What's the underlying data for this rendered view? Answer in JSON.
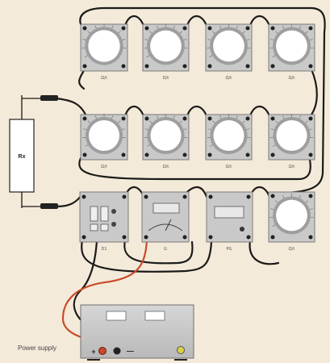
{
  "rx": {
    "label": "Rx"
  },
  "power_supply": {
    "caption": "Power supply",
    "plus": "+",
    "minus": "—"
  },
  "decades": [
    {
      "id": "d1",
      "label": "Ω/t"
    },
    {
      "id": "d2",
      "label": "Ω/t"
    },
    {
      "id": "d3",
      "label": "Ω/t"
    },
    {
      "id": "d4",
      "label": "Ω/t"
    },
    {
      "id": "d5",
      "label": "Ω/t"
    },
    {
      "id": "d6",
      "label": "Ω/t"
    },
    {
      "id": "d7",
      "label": "Ω/t"
    },
    {
      "id": "d8",
      "label": "Ω/t"
    },
    {
      "id": "d9",
      "label": "Ω/t"
    }
  ],
  "lower_modules": [
    {
      "id": "m1",
      "label": "D1"
    },
    {
      "id": "m2",
      "label": "G"
    },
    {
      "id": "m3",
      "label": "PG"
    }
  ],
  "colors": {
    "wire": "#1a1a1a",
    "red_wire": "#c94a2a",
    "panel": "#c9c9c9",
    "panel_edge": "#7b7b7b",
    "background": "#f4ead9"
  }
}
